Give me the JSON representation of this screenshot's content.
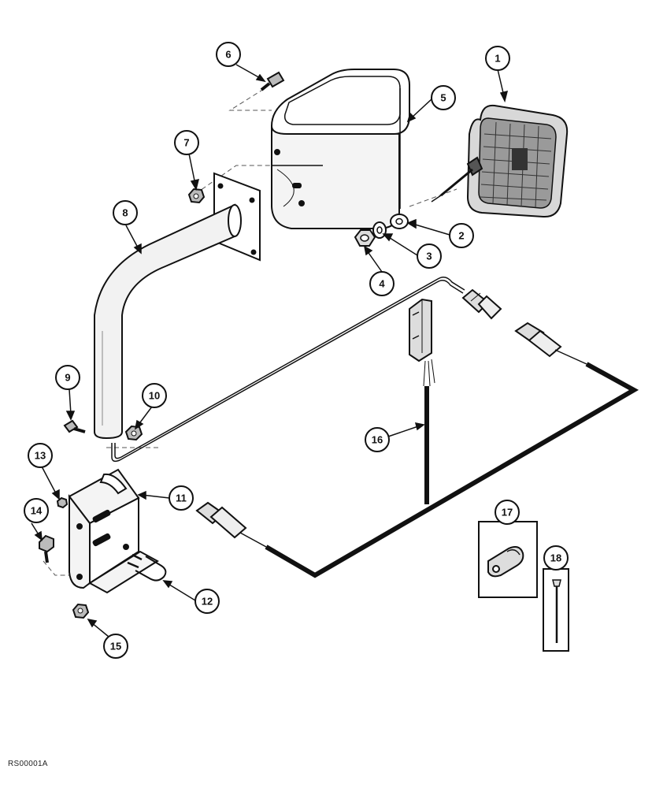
{
  "callouts": [
    {
      "num": "1",
      "part": "lamp-assembly"
    },
    {
      "num": "2",
      "part": "flat-washer"
    },
    {
      "num": "3",
      "part": "lock-washer"
    },
    {
      "num": "4",
      "part": "hex-nut"
    },
    {
      "num": "5",
      "part": "lamp-guard-box"
    },
    {
      "num": "6",
      "part": "bolt"
    },
    {
      "num": "7",
      "part": "nut"
    },
    {
      "num": "8",
      "part": "mounting-tube"
    },
    {
      "num": "9",
      "part": "bolt"
    },
    {
      "num": "10",
      "part": "nut"
    },
    {
      "num": "11",
      "part": "mounting-bracket"
    },
    {
      "num": "12",
      "part": "u-bolt"
    },
    {
      "num": "13",
      "part": "nut"
    },
    {
      "num": "14",
      "part": "bolt"
    },
    {
      "num": "15",
      "part": "nut"
    },
    {
      "num": "16",
      "part": "wiring-harness"
    },
    {
      "num": "17",
      "part": "clip"
    },
    {
      "num": "18",
      "part": "cable-tie"
    }
  ],
  "reference_code": "RS00001A"
}
